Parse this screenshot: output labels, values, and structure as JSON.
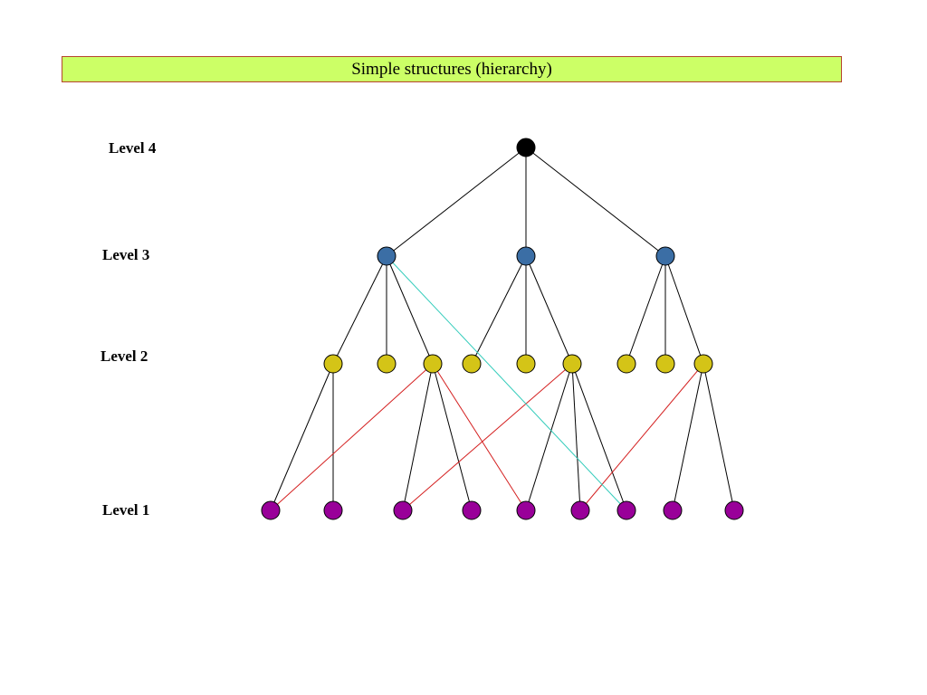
{
  "slide": {
    "title": "Simple structures (hierarchy)"
  },
  "levels": {
    "level4": "Level 4",
    "level3": "Level 3",
    "level2": "Level 2",
    "level1": "Level 1"
  },
  "colors": {
    "title_bg": "#ccff66",
    "title_border": "#b5452e",
    "level4_node": "#000000",
    "level3_node": "#3b6ea5",
    "level2_node": "#d4c417",
    "level1_node": "#990099",
    "tree_edge": "#000000",
    "cross_edge_red": "#d42020",
    "cross_edge_cyan": "#33ccbb"
  },
  "graph": {
    "nodes": [
      {
        "id": "n4-1",
        "level": 4
      },
      {
        "id": "n3-1",
        "level": 3
      },
      {
        "id": "n3-2",
        "level": 3
      },
      {
        "id": "n3-3",
        "level": 3
      },
      {
        "id": "n2-1",
        "level": 2
      },
      {
        "id": "n2-2",
        "level": 2
      },
      {
        "id": "n2-3",
        "level": 2
      },
      {
        "id": "n2-4",
        "level": 2
      },
      {
        "id": "n2-5",
        "level": 2
      },
      {
        "id": "n2-6",
        "level": 2
      },
      {
        "id": "n2-7",
        "level": 2
      },
      {
        "id": "n2-8",
        "level": 2
      },
      {
        "id": "n2-9",
        "level": 2
      },
      {
        "id": "n1-1",
        "level": 1
      },
      {
        "id": "n1-2",
        "level": 1
      },
      {
        "id": "n1-3",
        "level": 1
      },
      {
        "id": "n1-4",
        "level": 1
      },
      {
        "id": "n1-5",
        "level": 1
      },
      {
        "id": "n1-6",
        "level": 1
      },
      {
        "id": "n1-7",
        "level": 1
      },
      {
        "id": "n1-8",
        "level": 1
      },
      {
        "id": "n1-9",
        "level": 1
      }
    ],
    "edges": [
      {
        "from": "n4-1",
        "to": "n3-1",
        "kind": "tree"
      },
      {
        "from": "n4-1",
        "to": "n3-2",
        "kind": "tree"
      },
      {
        "from": "n4-1",
        "to": "n3-3",
        "kind": "tree"
      },
      {
        "from": "n3-1",
        "to": "n2-1",
        "kind": "tree"
      },
      {
        "from": "n3-1",
        "to": "n2-2",
        "kind": "tree"
      },
      {
        "from": "n3-1",
        "to": "n2-3",
        "kind": "tree"
      },
      {
        "from": "n3-2",
        "to": "n2-4",
        "kind": "tree"
      },
      {
        "from": "n3-2",
        "to": "n2-5",
        "kind": "tree"
      },
      {
        "from": "n3-2",
        "to": "n2-6",
        "kind": "tree"
      },
      {
        "from": "n3-3",
        "to": "n2-7",
        "kind": "tree"
      },
      {
        "from": "n3-3",
        "to": "n2-8",
        "kind": "tree"
      },
      {
        "from": "n3-3",
        "to": "n2-9",
        "kind": "tree"
      },
      {
        "from": "n2-1",
        "to": "n1-1",
        "kind": "tree"
      },
      {
        "from": "n2-1",
        "to": "n1-2",
        "kind": "tree"
      },
      {
        "from": "n2-3",
        "to": "n1-3",
        "kind": "tree"
      },
      {
        "from": "n2-3",
        "to": "n1-4",
        "kind": "tree"
      },
      {
        "from": "n2-6",
        "to": "n1-5",
        "kind": "tree"
      },
      {
        "from": "n2-6",
        "to": "n1-6",
        "kind": "tree"
      },
      {
        "from": "n2-6",
        "to": "n1-7",
        "kind": "tree"
      },
      {
        "from": "n2-9",
        "to": "n1-8",
        "kind": "tree"
      },
      {
        "from": "n2-9",
        "to": "n1-9",
        "kind": "tree"
      },
      {
        "from": "n2-3",
        "to": "n1-1",
        "kind": "cross-red"
      },
      {
        "from": "n2-3",
        "to": "n1-5",
        "kind": "cross-red"
      },
      {
        "from": "n2-6",
        "to": "n1-3",
        "kind": "cross-red"
      },
      {
        "from": "n2-9",
        "to": "n1-6",
        "kind": "cross-red"
      },
      {
        "from": "n3-1",
        "to": "n1-7",
        "kind": "cross-cyan"
      }
    ]
  }
}
